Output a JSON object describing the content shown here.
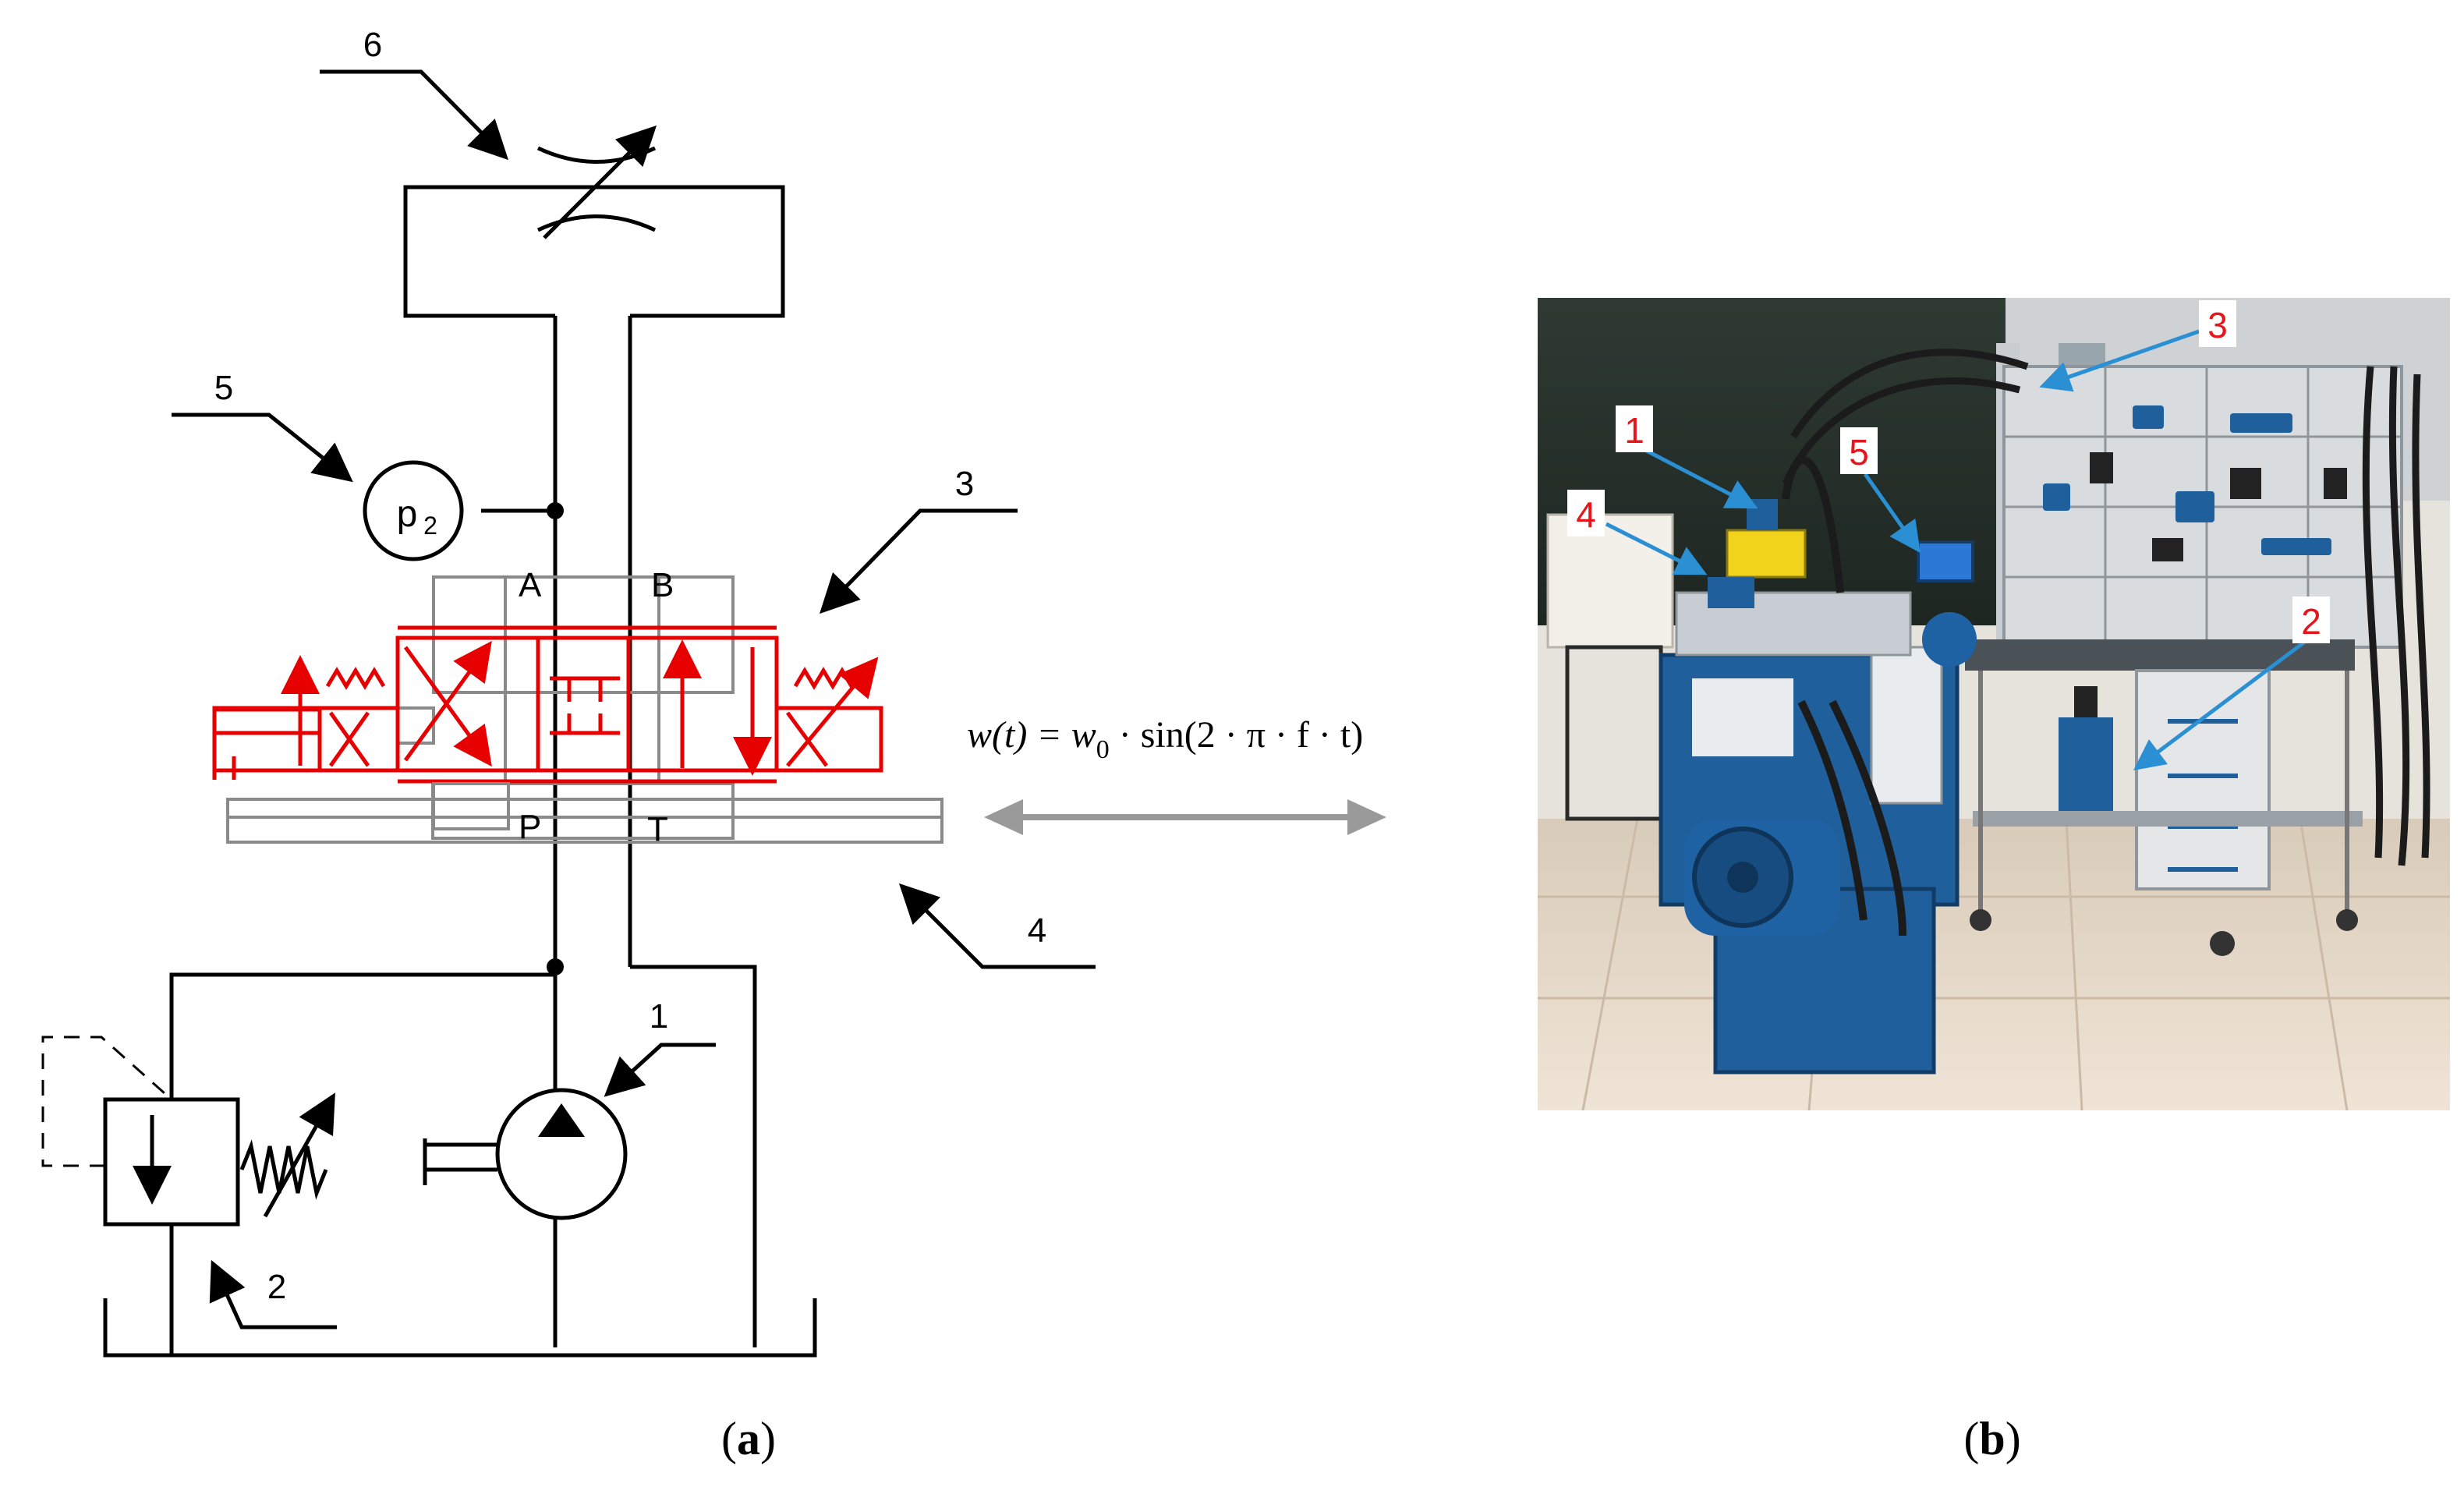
{
  "schematic": {
    "callouts": [
      "1",
      "2",
      "3",
      "4",
      "5",
      "6"
    ],
    "pressure_gauge": {
      "symbol": "p",
      "subscript": "2"
    },
    "ports": {
      "a": "A",
      "b": "B",
      "p": "P",
      "t": "T"
    },
    "equation": {
      "lhs": "w(t) = w",
      "lhs_sub": "0",
      "rhs": " · sin(2 · π · f · t)"
    },
    "caption": {
      "open": "(",
      "letter": "a",
      "close": ")"
    },
    "colors": {
      "line": "#000000",
      "valve": "#e60000",
      "frame": "#8a8a8a",
      "arrow": "#9a9a9a"
    }
  },
  "photo": {
    "callouts": [
      "1",
      "2",
      "3",
      "4",
      "5"
    ],
    "caption": {
      "open": "(",
      "letter": "b",
      "close": ")"
    },
    "colors": {
      "label_text": "#e8141c",
      "pointer": "#2b8fd4",
      "machine": "#1f5f9c",
      "floor": "#e9dccd"
    }
  }
}
